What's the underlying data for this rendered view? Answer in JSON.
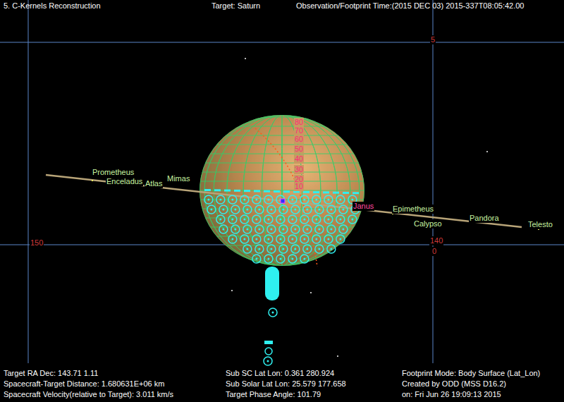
{
  "diagram": {
    "labels": [
      "5. C-Kernels Reconstruction",
      "Target: Saturn",
      "Observation/Footprint Time:(2015 DEC 03) 2015-337T08:05:42.00",
      "5",
      "150",
      "140",
      "0",
      "80",
      "70",
      "60",
      "50",
      "40",
      "30",
      "20",
      "10",
      "Prometheus",
      "Enceladus",
      "Atlas",
      "Mimas",
      "Janus",
      "Epimetheus",
      "Pandora",
      "Calypso",
      "Telesto",
      "Target RA Dec: 143.71   1.11",
      "Spacecraft-Target Distance: 1.680631E+06 km",
      "Spacecraft Velocity(relative to Target): 3.011 km/s",
      "Sub SC Lat Lon: 0.361  280.924",
      "Sub Solar Lat Lon: 25.579  177.658",
      "Target Phase Angle: 101.79",
      "Footprint Mode: Body Surface (Lat_Lon)",
      "Created by ODD (MSS D16.2)",
      "on: Fri Jun 26 19:09:13 2015"
    ]
  }
}
